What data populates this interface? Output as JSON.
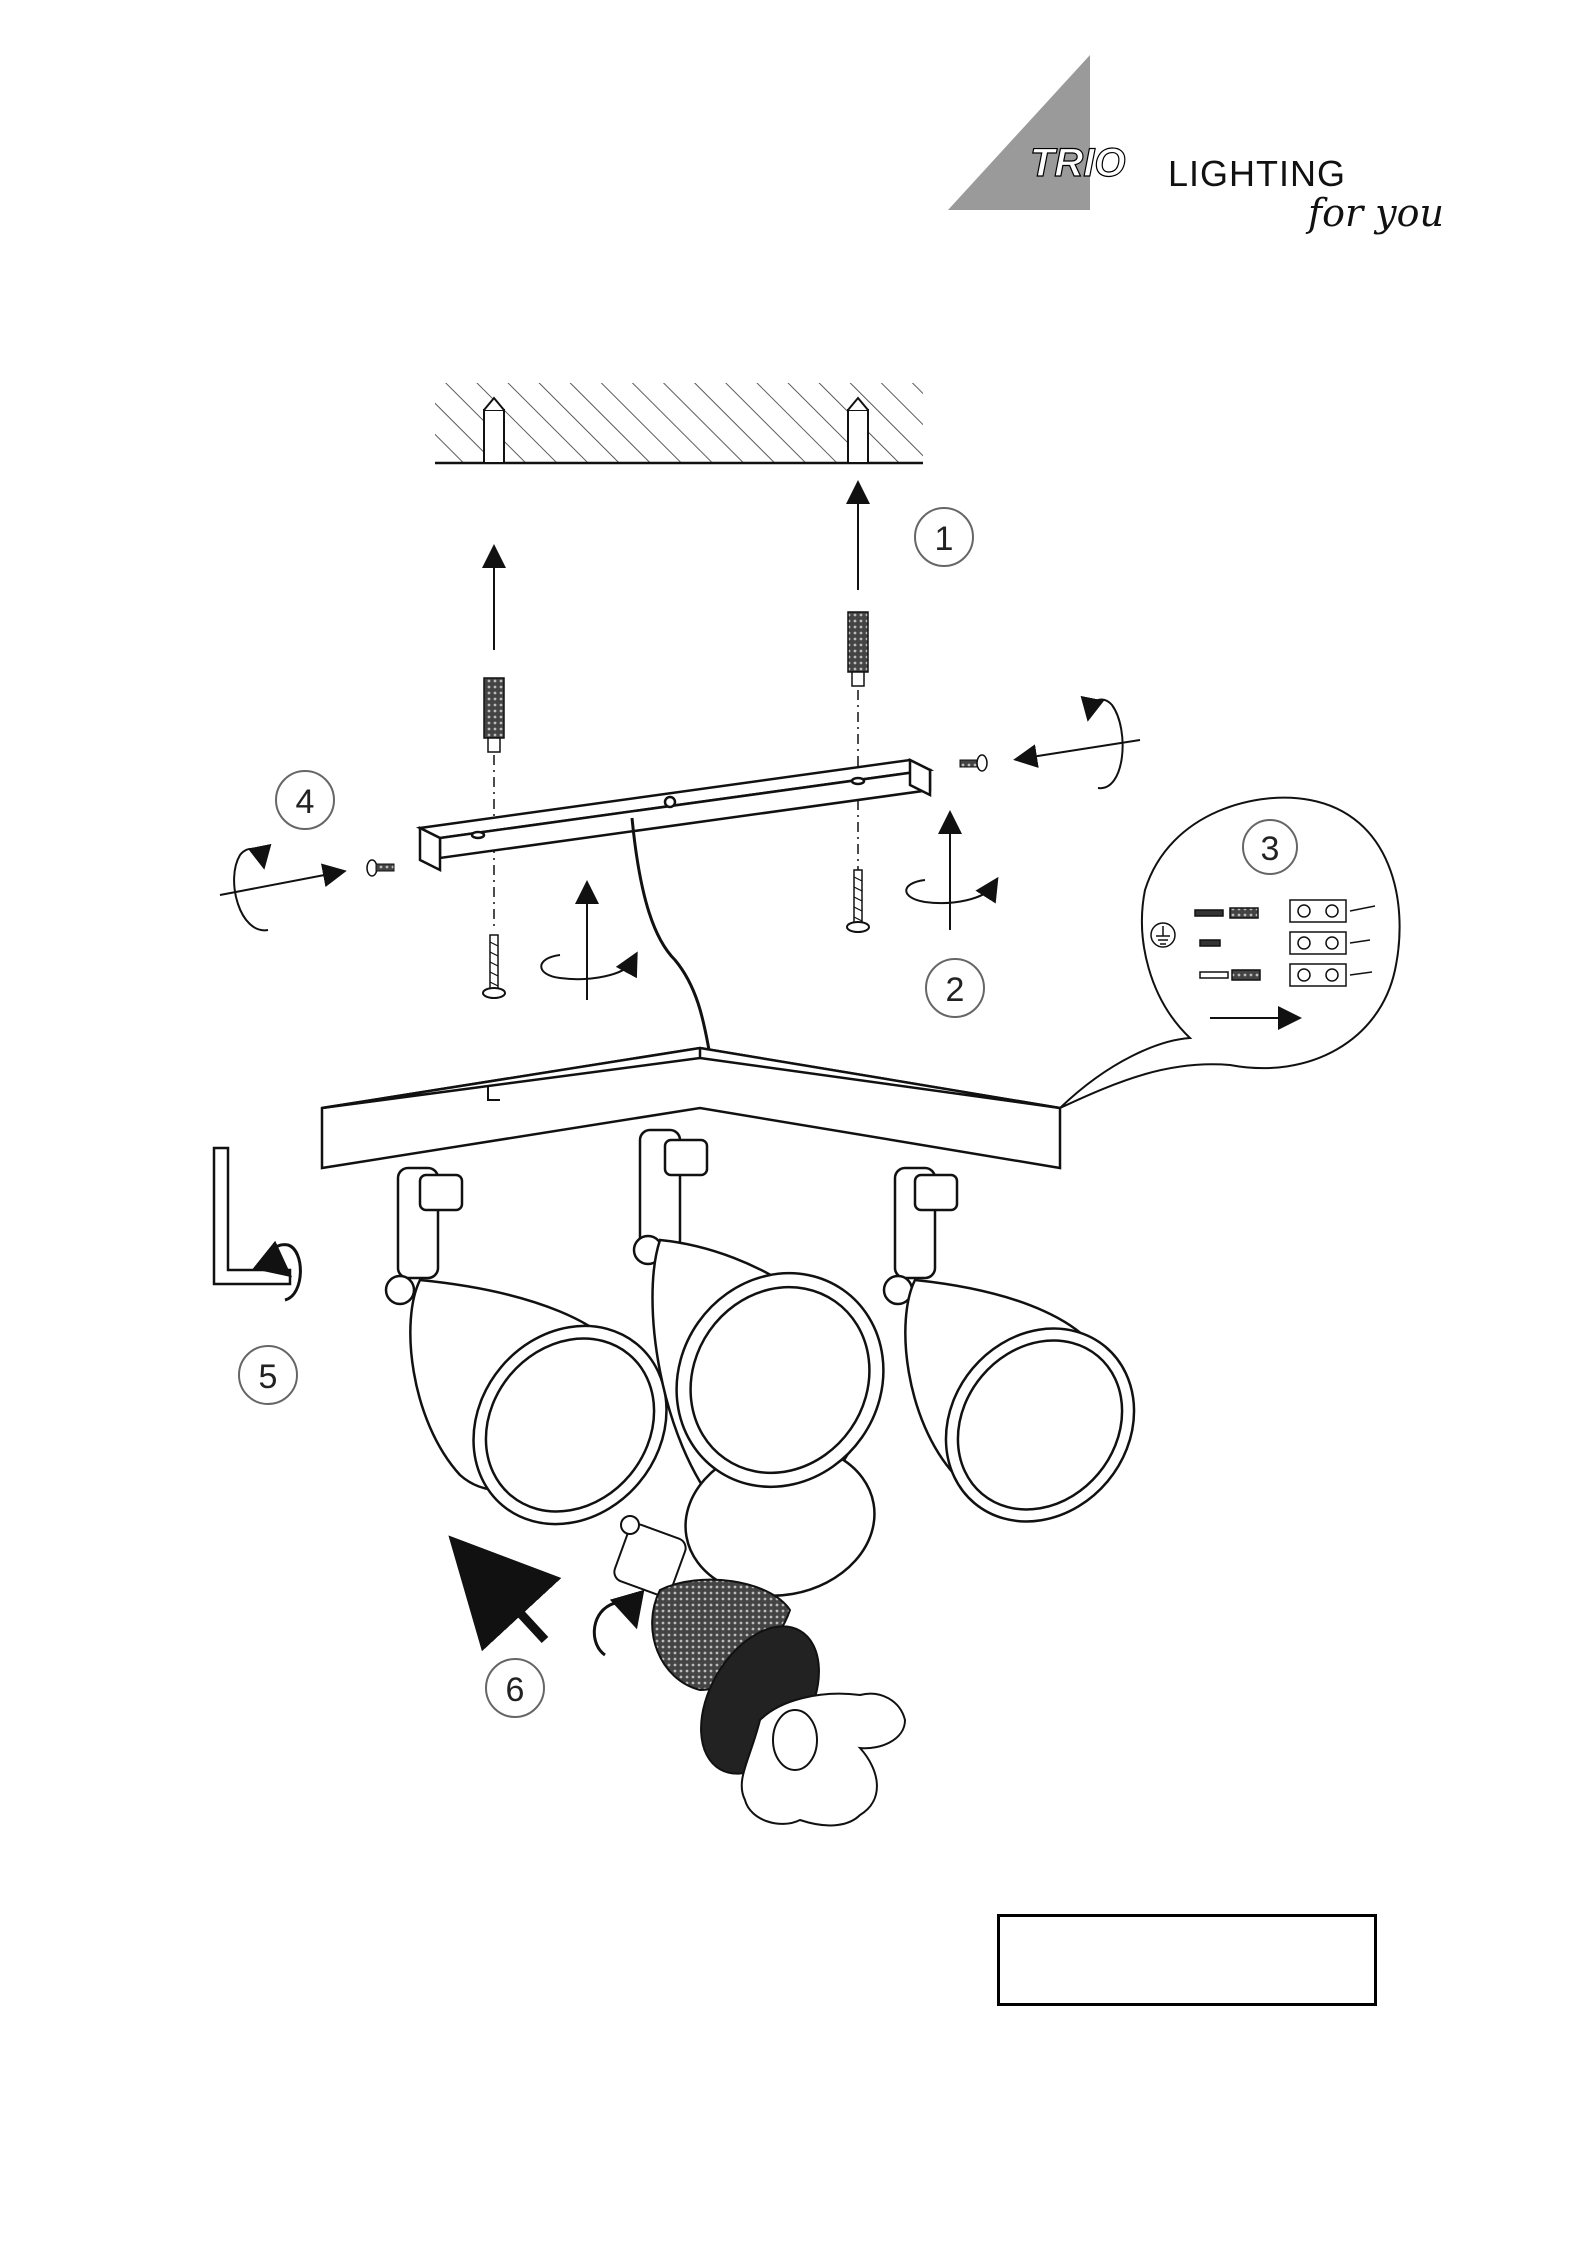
{
  "brand": {
    "logo_text": "TRIO",
    "tagline_main": "LIGHTING",
    "tagline_script": "for you"
  },
  "steps": [
    {
      "number": "1"
    },
    {
      "number": "2"
    },
    {
      "number": "3"
    },
    {
      "number": "4"
    },
    {
      "number": "5"
    },
    {
      "number": "6"
    }
  ],
  "info_box": {
    "text": ""
  }
}
